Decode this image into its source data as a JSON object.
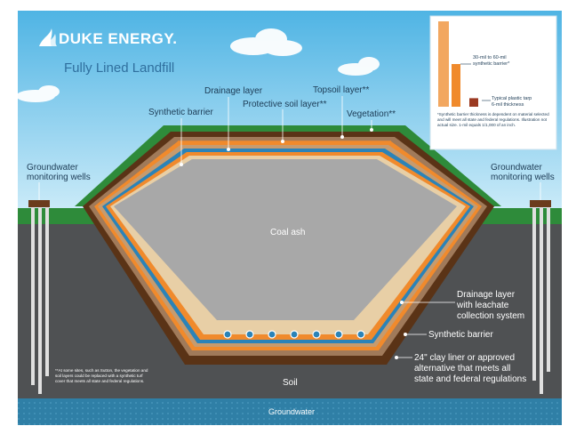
{
  "brand": {
    "name": "DUKE ENERGY.",
    "logo_icon": "duke-energy-flame-icon"
  },
  "title": "Fully Lined Landfill",
  "layers": {
    "drainage": "Drainage layer",
    "topsoil": "Topsoil layer**",
    "protective": "Protective soil layer**",
    "synthetic_top": "Synthetic barrier",
    "vegetation": "Vegetation**"
  },
  "center_label": "Coal ash",
  "wells": {
    "left": [
      "Groundwater",
      "monitoring wells"
    ],
    "right": [
      "Groundwater",
      "monitoring wells"
    ]
  },
  "bottom_labels": {
    "drainage_leachate": [
      "Drainage layer",
      "with leachate",
      "collection system"
    ],
    "synthetic_bottom": "Synthetic barrier",
    "clay_liner": [
      "24\" clay liner or approved",
      "alternative that meets all",
      "state and federal regulations"
    ]
  },
  "soil_label": "Soil",
  "groundwater_label": "Groundwater",
  "inset": {
    "bar1_label": [
      "30-mil to 60-mil",
      "synthetic barrier*"
    ],
    "bar2_label": [
      "Typical plastic tarp",
      "6-mil thickness"
    ],
    "footnote": "*Synthetic barrier thickness is dependent on material selected and will meet all state and federal regulations. Illustration not actual size. 1-mil equals 1/1,000 of an inch.",
    "bars": [
      {
        "name": "60-mil",
        "value": 60
      },
      {
        "name": "30-mil",
        "value": 30
      },
      {
        "name": "6-mil",
        "value": 6
      }
    ],
    "colors": [
      "#f2a760",
      "#f08a2c",
      "#9b3a22"
    ]
  },
  "footnote_sites": "**At some sites, such as Sutton, the vegetation and soil layers could be replaced with a synthetic turf cover that meets all state and federal regulations.",
  "colors": {
    "sky": "#8fd0ef",
    "grass": "#2e8b3a",
    "soil": "#555555",
    "groundwater": "#2f7fa6",
    "synthetic": "#f08a2c",
    "drainage": "#2b83b8",
    "clay": "#5b3418",
    "sand": "#e8cfa6",
    "coal_ash": "#a9a9a9"
  }
}
